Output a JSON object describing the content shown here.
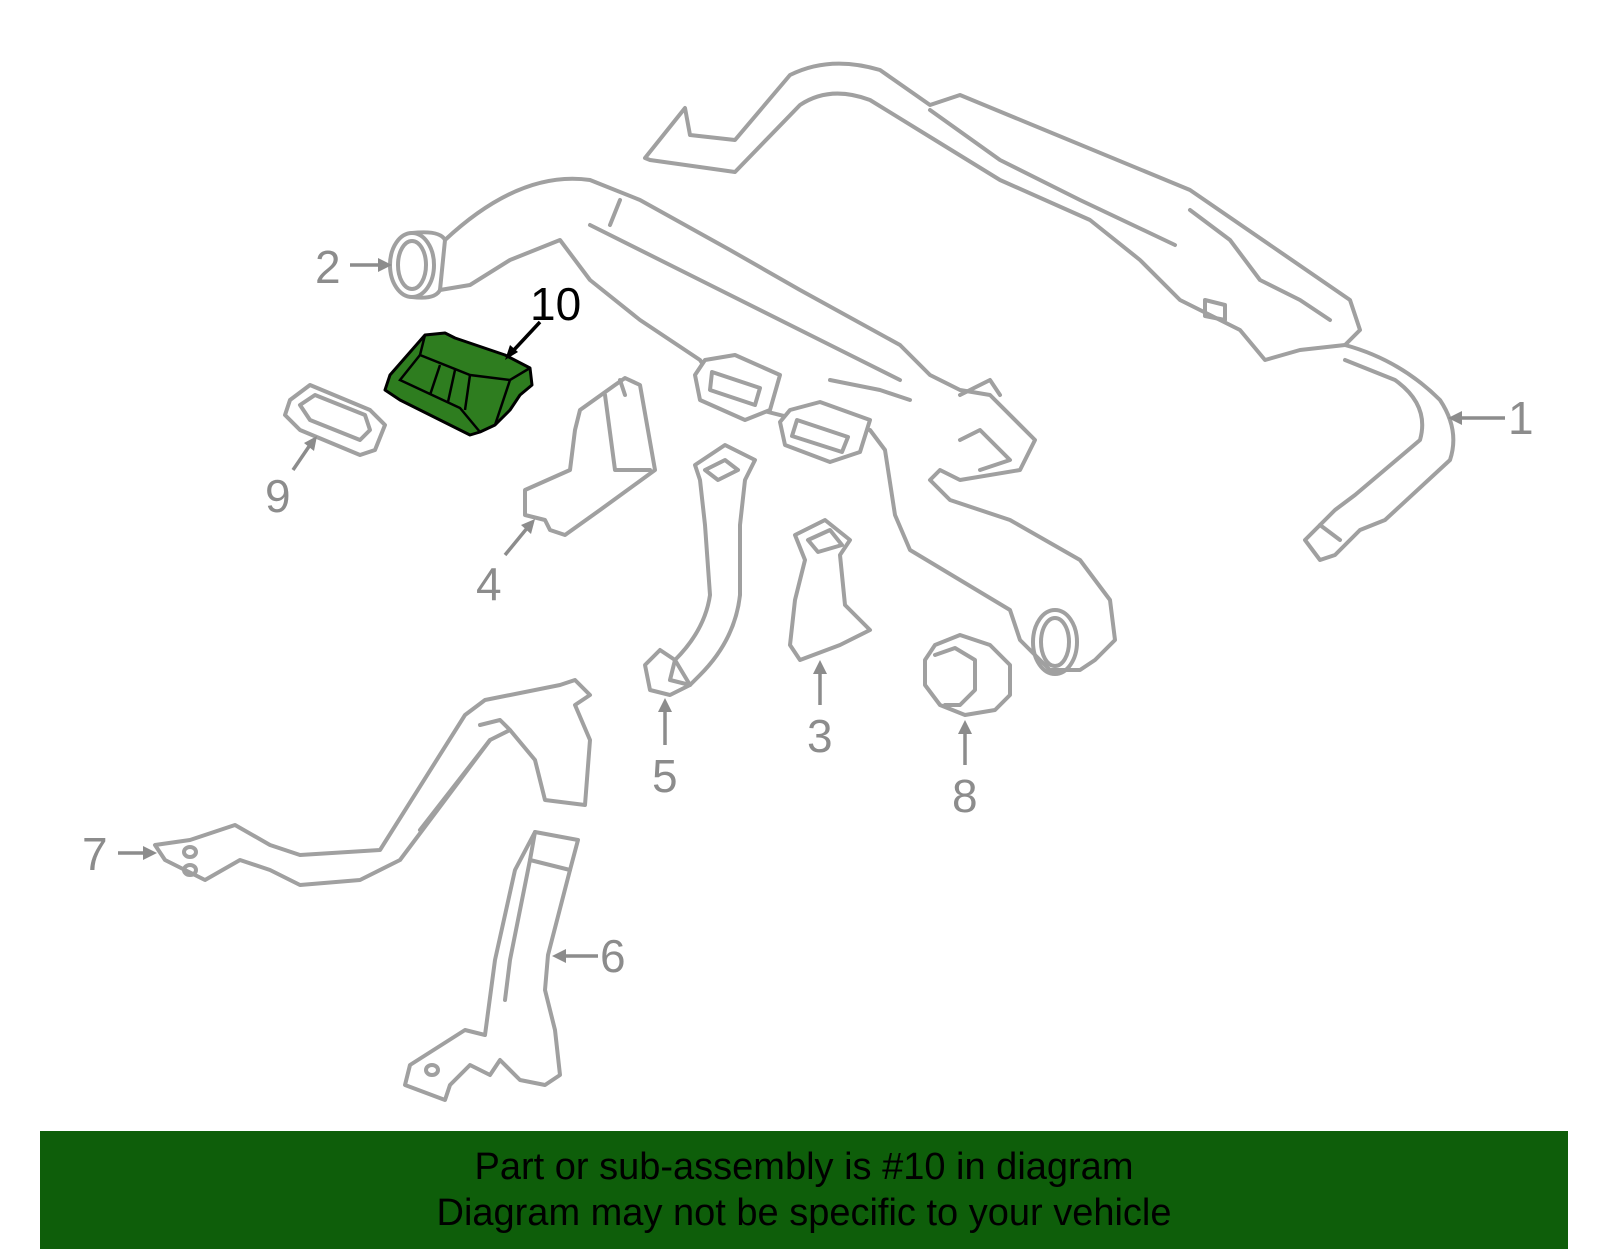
{
  "diagram": {
    "highlight_color": "#2e7d1f",
    "line_color": "#a0a0a0",
    "highlighted_part": "10",
    "callouts": [
      {
        "id": "c1",
        "label": "1"
      },
      {
        "id": "c2",
        "label": "2"
      },
      {
        "id": "c3",
        "label": "3"
      },
      {
        "id": "c4",
        "label": "4"
      },
      {
        "id": "c5",
        "label": "5"
      },
      {
        "id": "c6",
        "label": "6"
      },
      {
        "id": "c7",
        "label": "7"
      },
      {
        "id": "c8",
        "label": "8"
      },
      {
        "id": "c9",
        "label": "9"
      },
      {
        "id": "c10",
        "label": "10"
      }
    ]
  },
  "banner": {
    "color": "#0e5e0a",
    "line1": "Part or sub-assembly is #10 in diagram",
    "line2": "Diagram may not be specific to your vehicle"
  }
}
